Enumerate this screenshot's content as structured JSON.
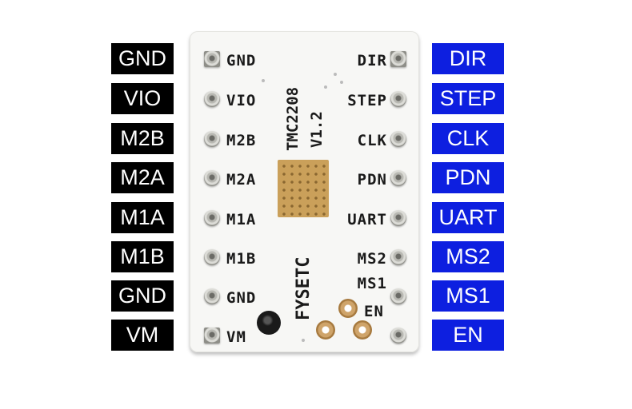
{
  "left_labels": [
    "GND",
    "VIO",
    "M2B",
    "M2A",
    "M1A",
    "M1B",
    "GND",
    "VM"
  ],
  "right_labels": [
    "DIR",
    "STEP",
    "CLK",
    "PDN",
    "UART",
    "MS2",
    "MS1",
    "EN"
  ],
  "board": {
    "left_silkscreen": [
      "GND",
      "VIO",
      "M2B",
      "M2A",
      "M1A",
      "M1B",
      "GND",
      "VM"
    ],
    "right_silkscreen": [
      "DIR",
      "STEP",
      "CLK",
      "PDN",
      "UART",
      "MS2",
      "MS1",
      "EN"
    ],
    "chip_name": "TMC2208",
    "version": "V1.2",
    "brand": "FYSETC"
  },
  "colors": {
    "left_label_bg": "#000000",
    "right_label_bg": "#0d1fe0",
    "board": "#f7f7f5",
    "chip": "#caa05a"
  }
}
